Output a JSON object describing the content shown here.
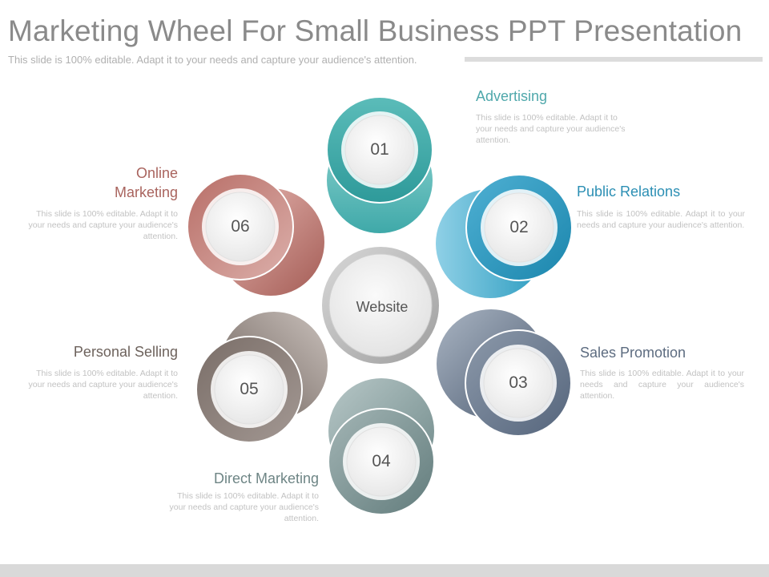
{
  "slide": {
    "title": "Marketing Wheel For Small Business PPT Presentation",
    "subtitle": "This slide is 100% editable. Adapt it to your needs and capture your audience's attention."
  },
  "center": {
    "label": "Website"
  },
  "nodes": [
    {
      "number": "01",
      "title": "Advertising",
      "description": "This slide is 100% editable. Adapt it to your needs and capture your audience's attention.",
      "color": "#4fb3b3"
    },
    {
      "number": "02",
      "title": "Public Relations",
      "description": "This slide is 100% editable. Adapt it to your needs and capture your audience's attention.",
      "color": "#2c9cc0"
    },
    {
      "number": "03",
      "title": "Sales Promotion",
      "description": "This slide is 100% editable. Adapt it to your needs and capture your audience's attention.",
      "color": "#64748a"
    },
    {
      "number": "04",
      "title": "Direct Marketing",
      "description": "This slide is 100% editable. Adapt it to your needs and capture your audience's attention.",
      "color": "#7f9797"
    },
    {
      "number": "05",
      "title": "Personal Selling",
      "description": "This slide is 100% editable. Adapt it to your needs and capture your audience's attention.",
      "color": "#7d716b"
    },
    {
      "number": "06",
      "title": "Online Marketing",
      "description": "This slide is 100% editable. Adapt it to your needs and capture your audience's attention.",
      "color": "#b5706a"
    }
  ]
}
